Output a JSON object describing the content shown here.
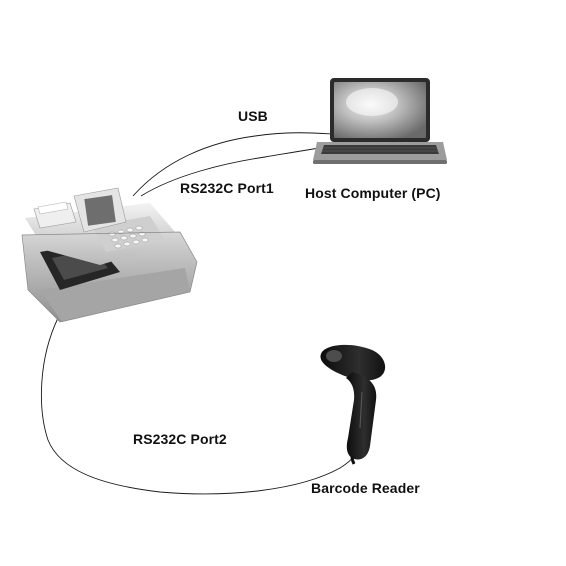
{
  "labels": {
    "usb": "USB",
    "rs232c_port1": "RS232C Port1",
    "host_computer": "Host Computer (PC)",
    "rs232c_port2": "RS232C Port2",
    "barcode_reader": "Barcode Reader"
  }
}
